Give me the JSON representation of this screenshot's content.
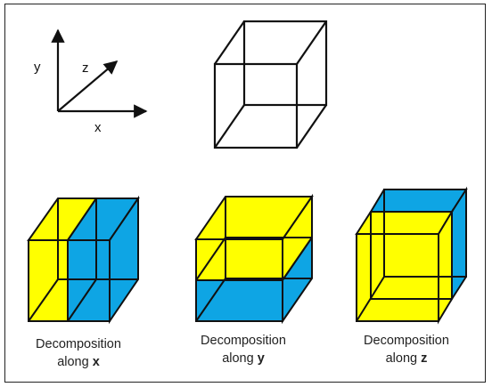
{
  "axes": {
    "x_label": "x",
    "y_label": "y",
    "z_label": "z"
  },
  "captions": [
    {
      "line1": "Decomposition",
      "line2_prefix": "along ",
      "axis": "x"
    },
    {
      "line1": "Decomposition",
      "line2_prefix": "along ",
      "axis": "y"
    },
    {
      "line1": "Decomposition",
      "line2_prefix": "along ",
      "axis": "z"
    }
  ],
  "colors": {
    "yellow": "#ffff00",
    "blue": "#0ea5e4",
    "stroke": "#111111"
  }
}
